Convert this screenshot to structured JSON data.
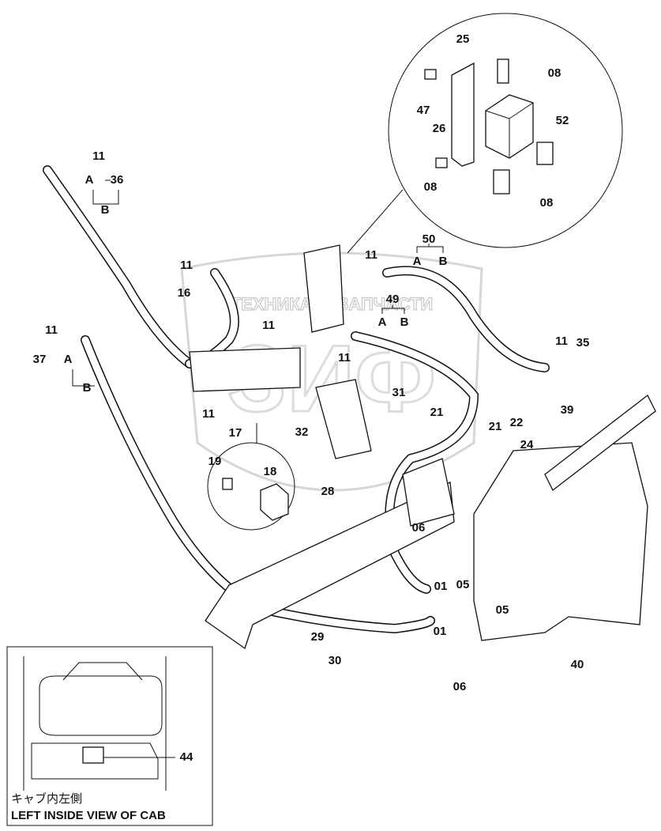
{
  "watermark": {
    "line": "ТЕХНИКА ⚙ ЗАПЧАСТИ",
    "logo": "ЗИФ"
  },
  "labels": [
    "25",
    "08",
    "47",
    "52",
    "26",
    "08",
    "08",
    "11",
    "A",
    "36",
    "B",
    "50",
    "A",
    "B",
    "11",
    "11",
    "16",
    "49",
    "A",
    "B",
    "11",
    "11",
    "11",
    "11",
    "35",
    "37",
    "A",
    "B",
    "31",
    "21",
    "39",
    "11",
    "17",
    "32",
    "21",
    "22",
    "24",
    "19",
    "18",
    "28",
    "06",
    "01",
    "05",
    "05",
    "29",
    "01",
    "30",
    "40",
    "06",
    "44"
  ],
  "inset": {
    "caption_jp": "キャブ内左側",
    "caption_en": "LEFT INSIDE VIEW OF CAB"
  },
  "colors": {
    "line": "#111111",
    "watermark": "#c8c8c8",
    "background": "#ffffff"
  }
}
